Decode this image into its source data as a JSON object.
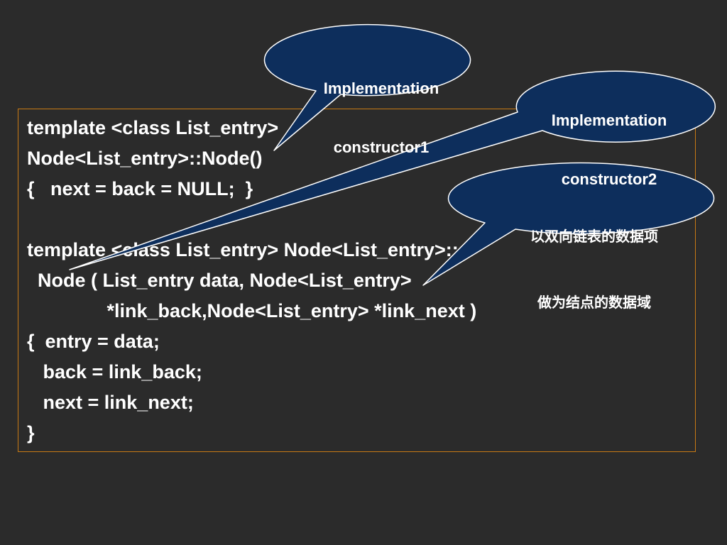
{
  "code": {
    "lines": [
      "template <class List_entry>",
      "Node<List_entry>::Node()",
      "{   next = back = NULL;  }",
      "",
      "template <class List_entry> Node<List_entry>::",
      "  Node ( List_entry data, Node<List_entry>",
      "               *link_back,Node<List_entry> *link_next )",
      "{  entry = data;",
      "   back = link_back;",
      "   next = link_next;",
      "}"
    ]
  },
  "callouts": {
    "constructor1": {
      "line1": "Implementation",
      "line2": "constructor1"
    },
    "constructor2": {
      "line1": "Implementation",
      "line2": "constructor2"
    },
    "node_data": {
      "line1": "以双向链表的数据项",
      "line2": "做为结点的数据域"
    }
  },
  "colors": {
    "background": "#2b2b2b",
    "callout_fill": "#0d2e5c",
    "callout_stroke": "#ffffff",
    "code_text": "#ffffff",
    "box_border": "#c87a14"
  }
}
